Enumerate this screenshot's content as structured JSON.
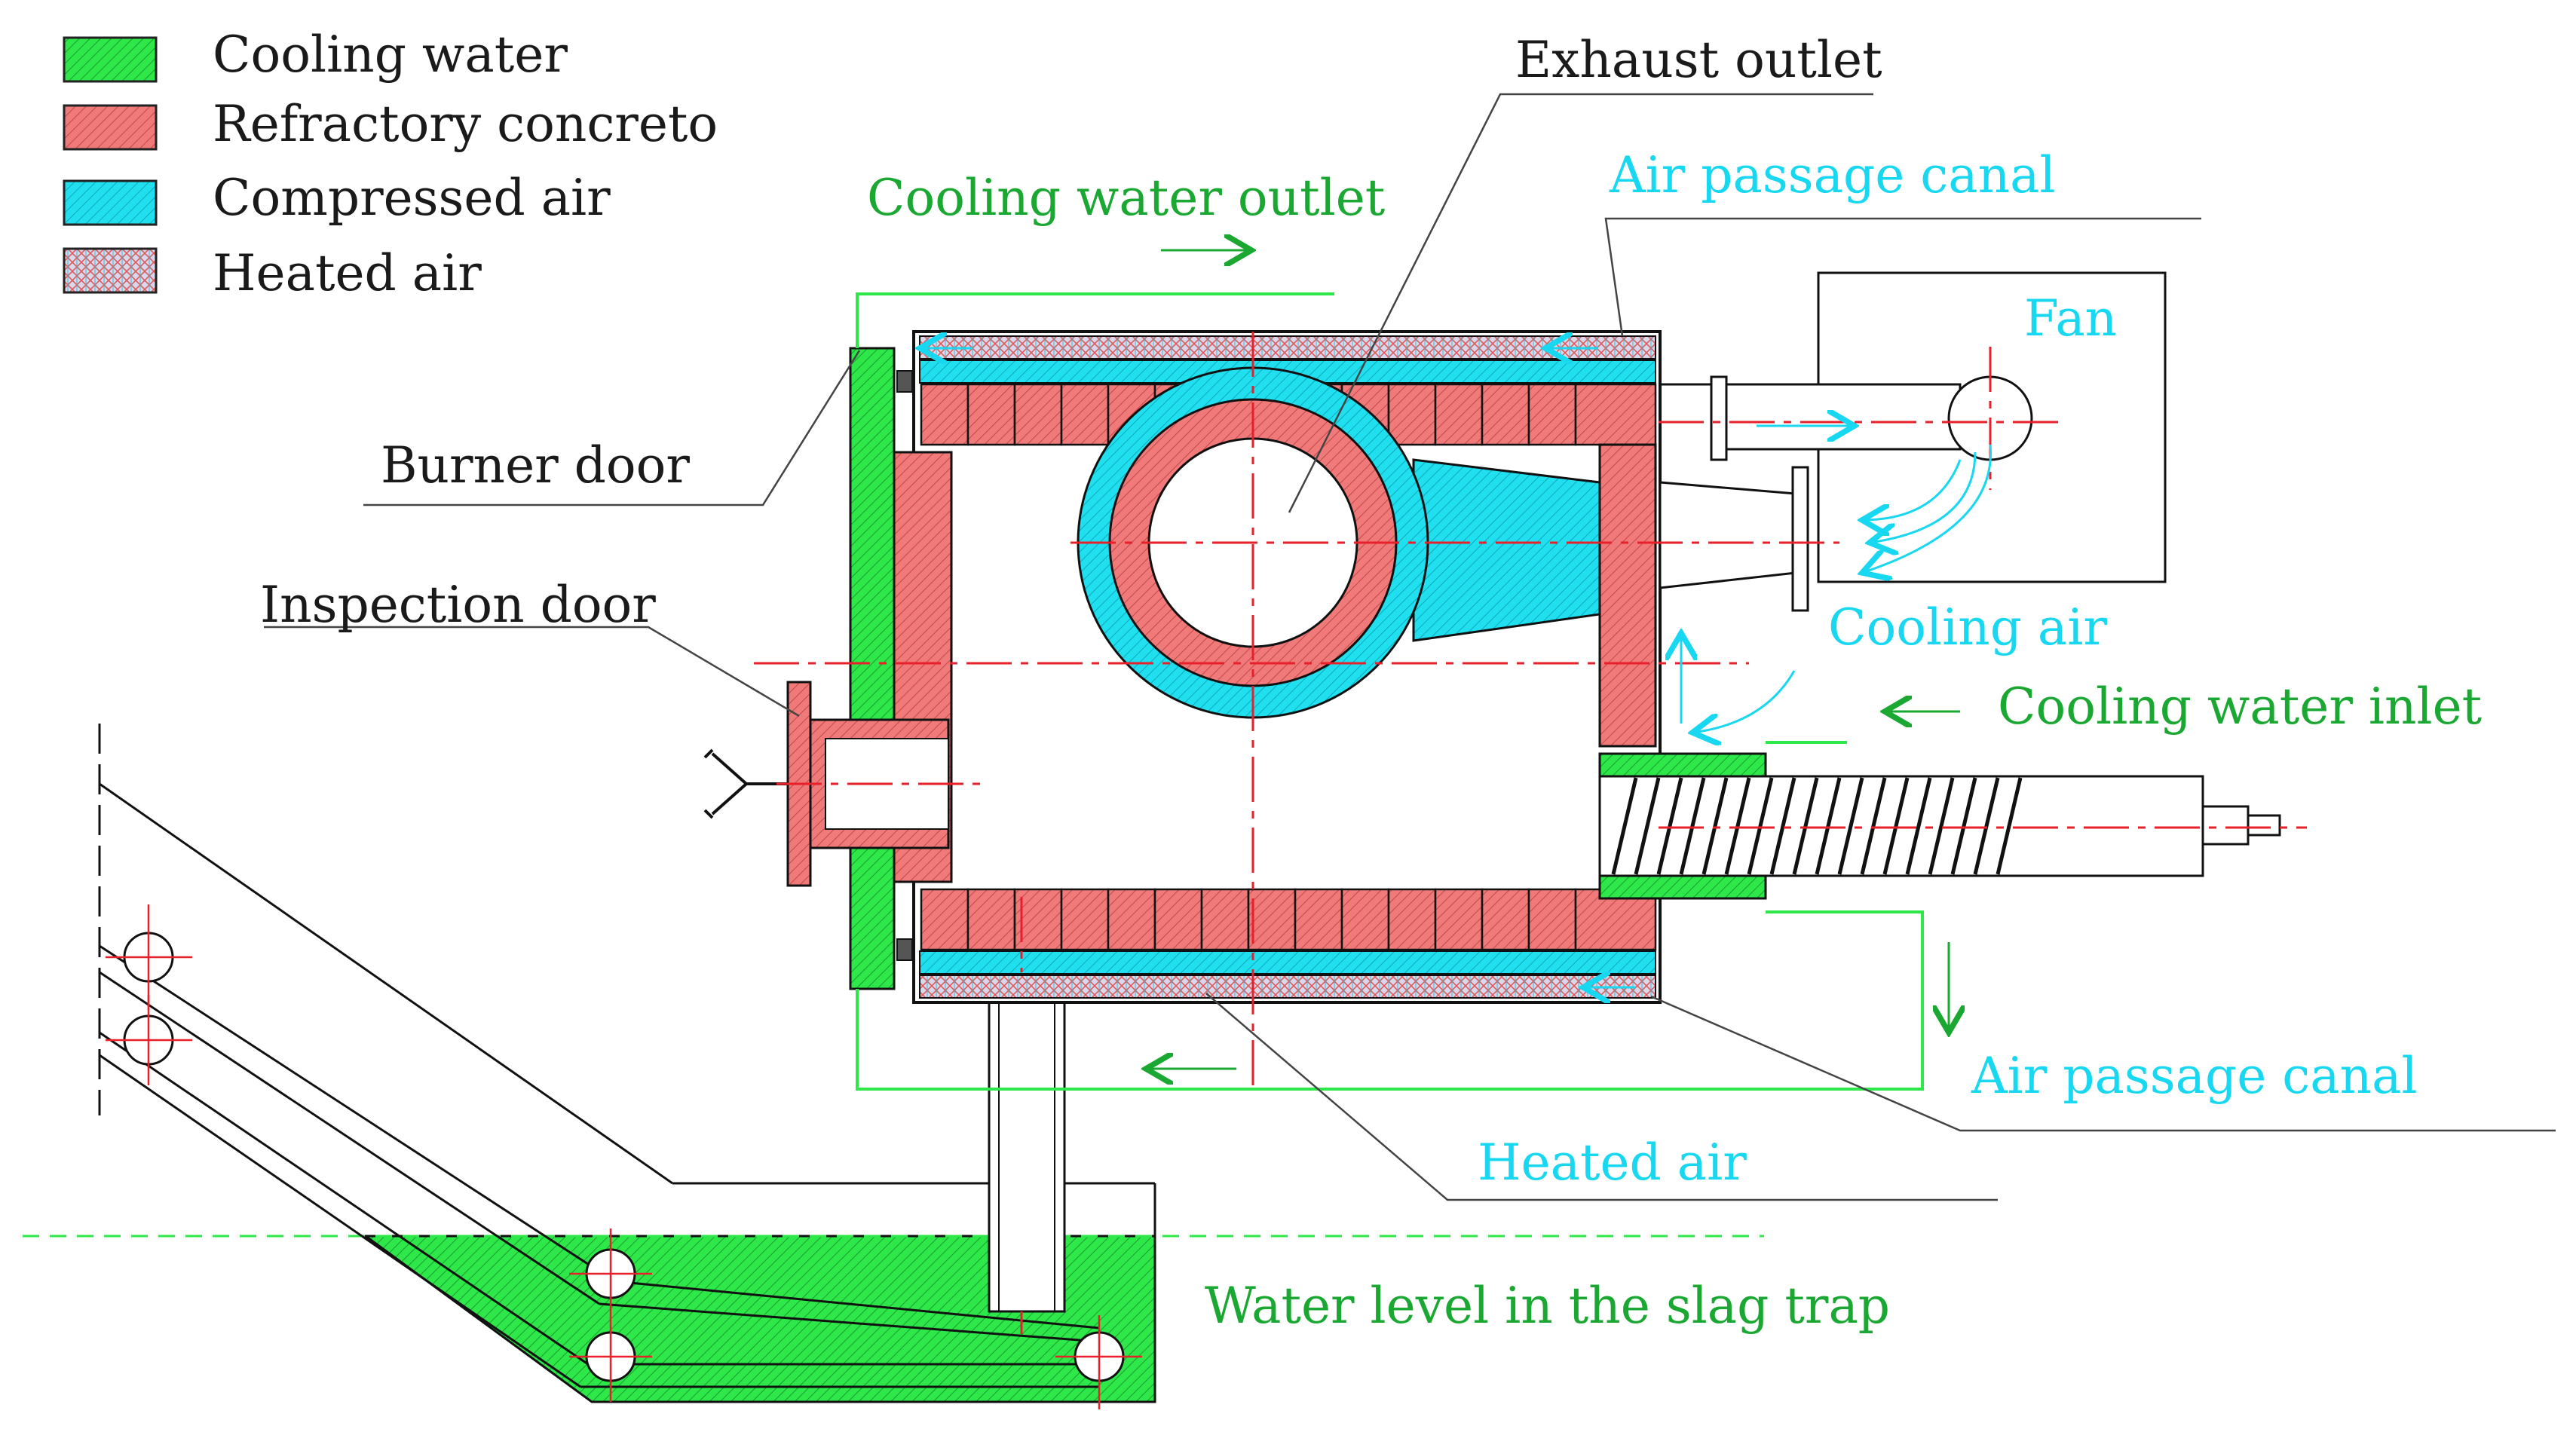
{
  "legend": [
    {
      "label": "Cooling water",
      "fill": "cw"
    },
    {
      "label": "Refractory concreto",
      "fill": "rc"
    },
    {
      "label": "Compressed air",
      "fill": "ca"
    },
    {
      "label": "Heated air",
      "fill": "ha"
    }
  ],
  "labels": {
    "exhaust_outlet": "Exhaust outlet",
    "cooling_water_outlet": "Cooling water outlet",
    "air_passage_canal_top": "Air passage canal",
    "fan": "Fan",
    "burner_door": "Burner door",
    "inspection_door": "Inspection door",
    "cooling_air": "Cooling air",
    "cooling_water_inlet": "Cooling water inlet",
    "air_passage_canal_bottom": "Air passage canal",
    "heated_air": "Heated air",
    "water_level": "Water level in the slag trap"
  },
  "colors": {
    "cooling_water": "#2ee84a",
    "refractory_concrete": "#f07a7a",
    "compressed_air": "#20e0f0",
    "heated_air": "#b8b8d8",
    "axis": "#e8202a",
    "green_text": "#1aa832",
    "cyan_text": "#17d8f0"
  }
}
